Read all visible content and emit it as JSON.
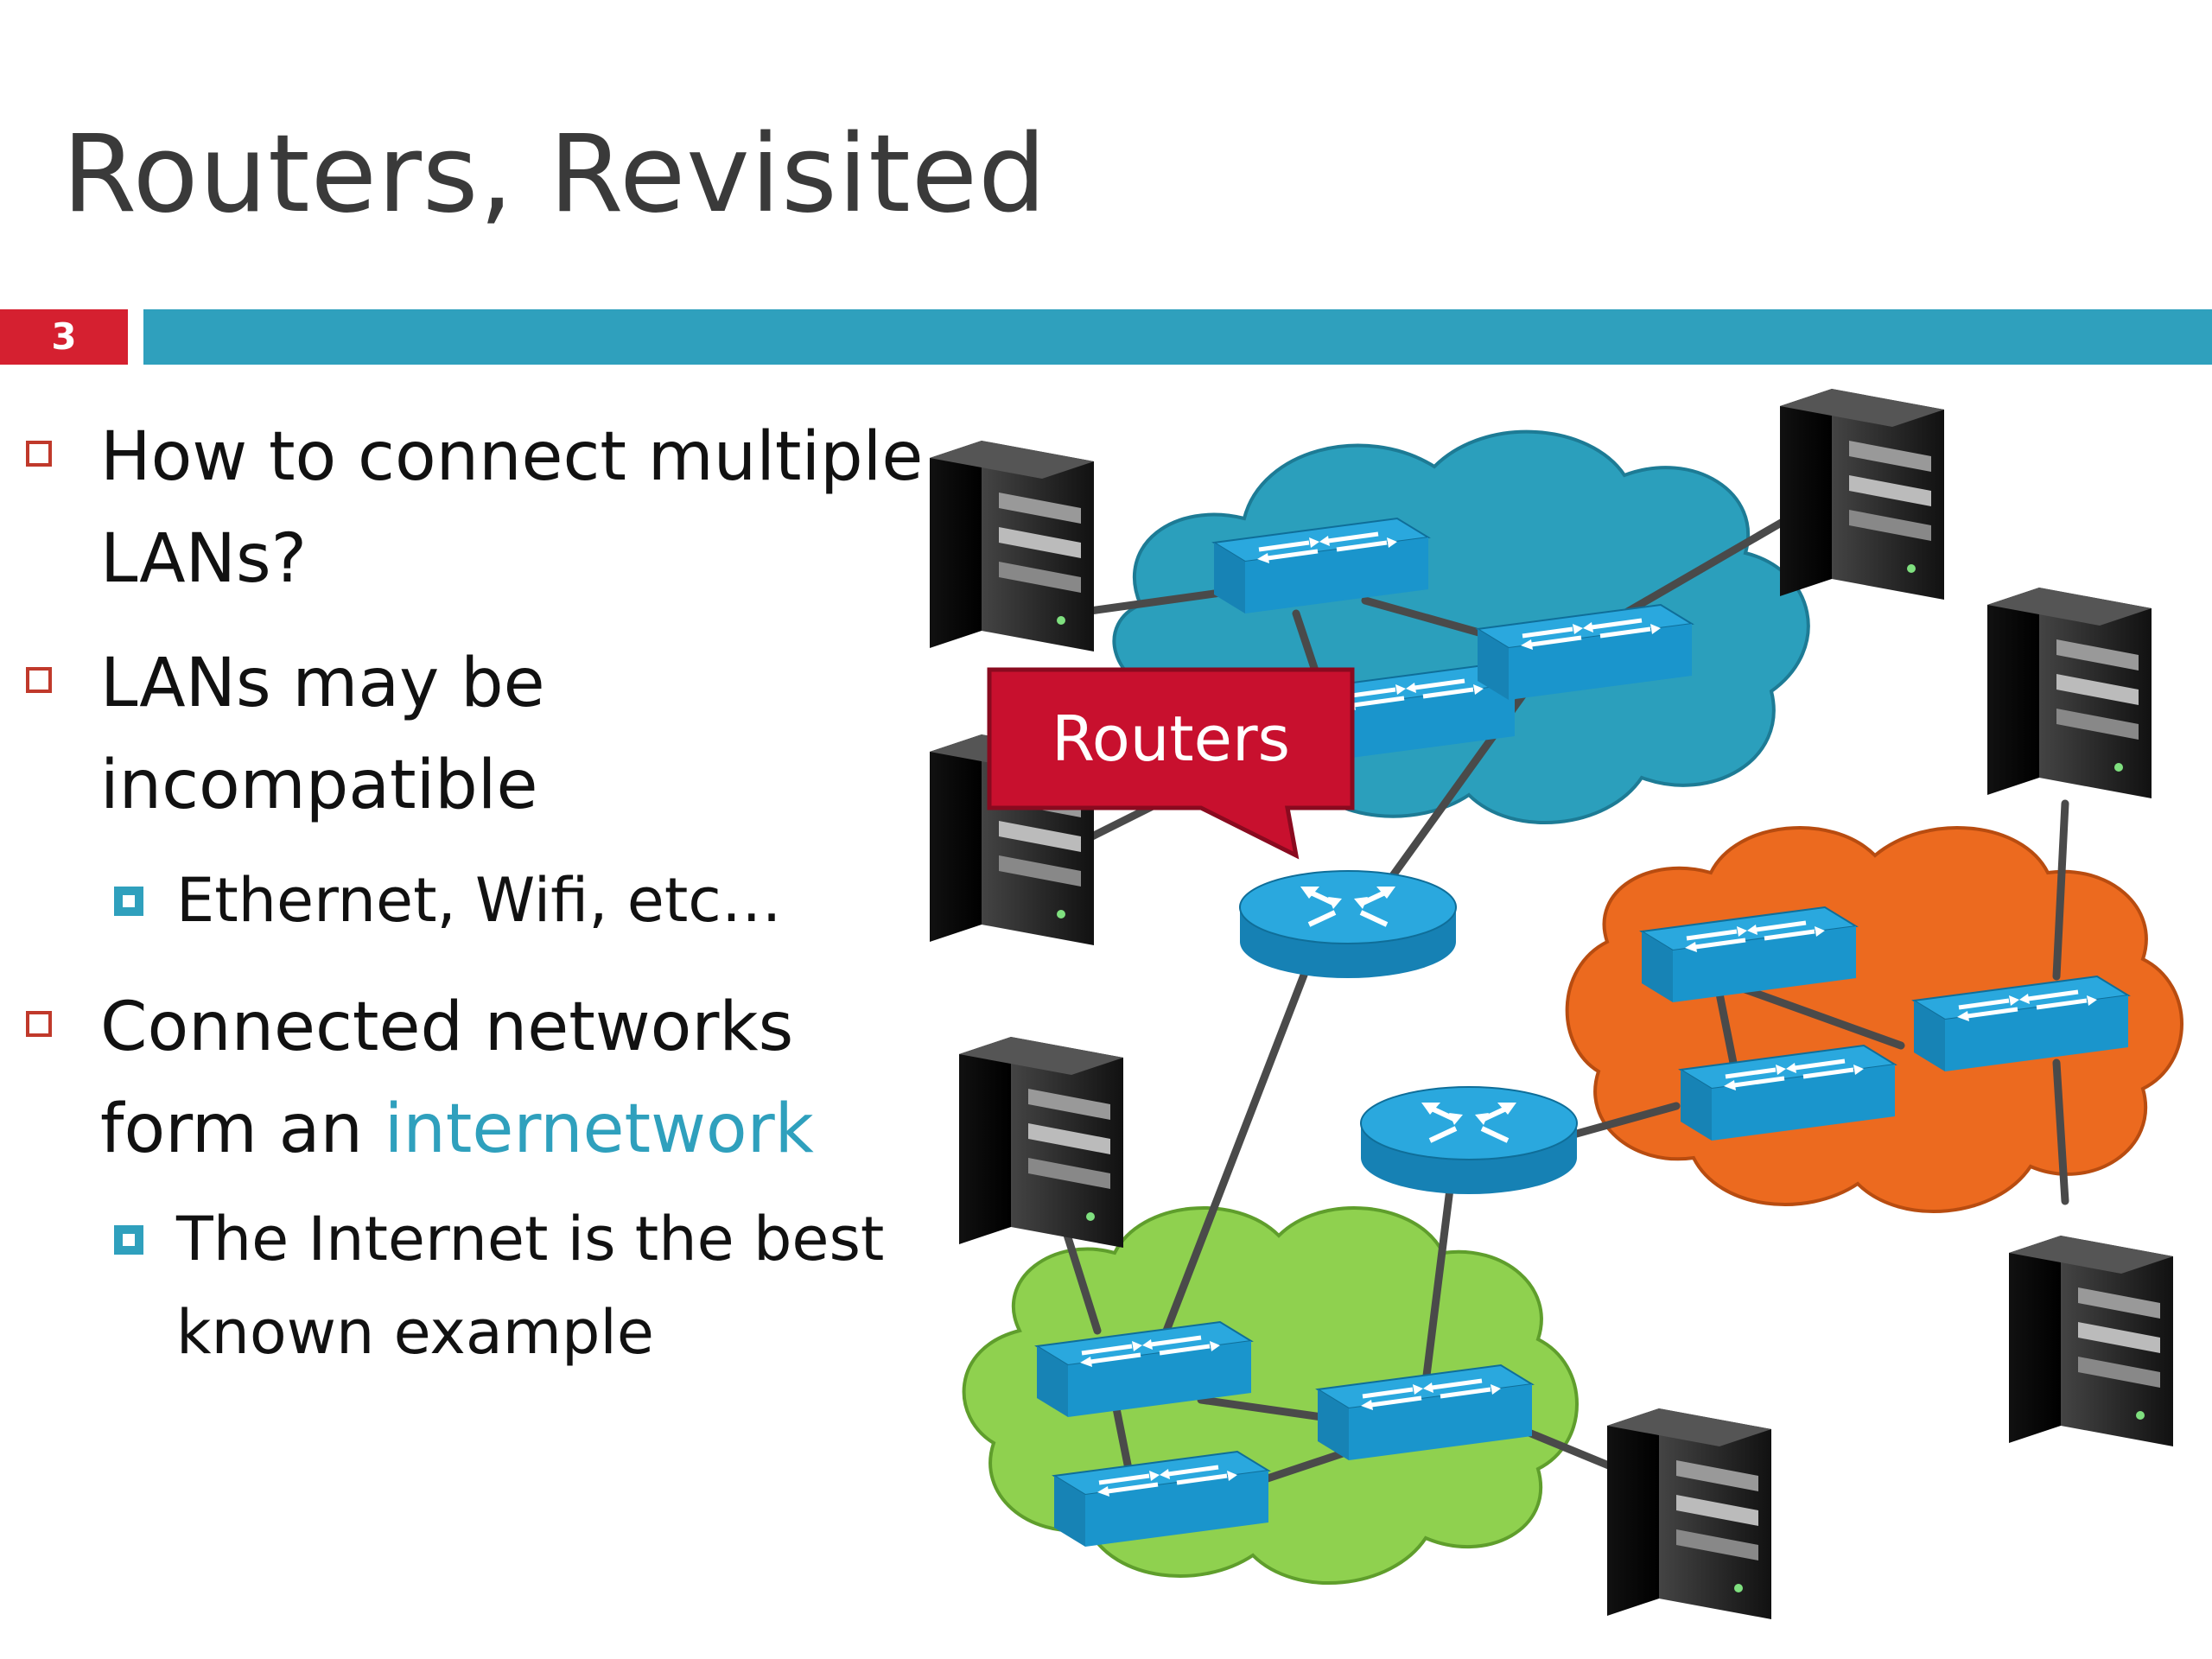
{
  "slide": {
    "title": "Routers, Revisited",
    "number": "3"
  },
  "bullets": [
    {
      "text": "How to connect multiple LANs?"
    },
    {
      "text": "LANs may be incompatible"
    },
    {
      "text": "Ethernet, Wifi, etc…"
    },
    {
      "text_before": "Connected networks form an ",
      "accent": "internetwork"
    },
    {
      "text": "The Internet is the best known example"
    }
  ],
  "diagram": {
    "callout_label": "Routers",
    "colors": {
      "cloud_blue": "#2b9fbc",
      "cloud_orange": "#ec6a1f",
      "cloud_green": "#8fd14f",
      "device_blue": "#29a8e0",
      "callout_red": "#c8102e",
      "server_dark": "#1a1a1a"
    }
  }
}
